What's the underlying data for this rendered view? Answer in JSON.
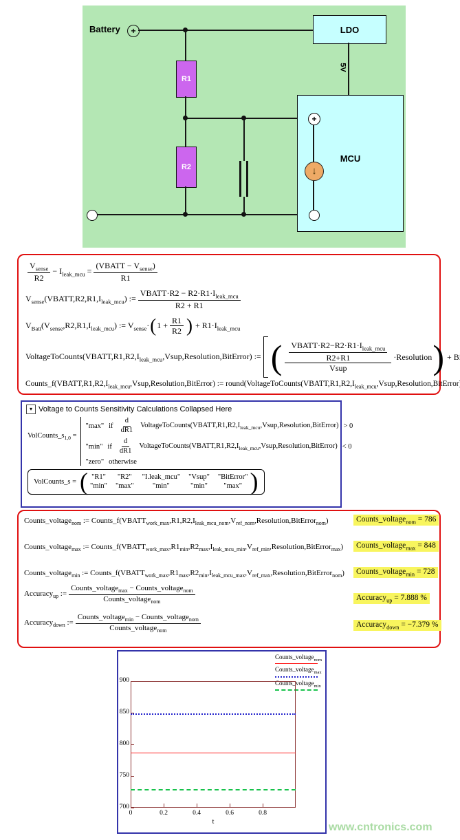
{
  "circuit": {
    "battery_label": "Battery",
    "terminal_plus": "+",
    "ldo_label": "LDO",
    "rail_label": "5V",
    "mcu_label": "MCU",
    "r1_label": "R1",
    "r2_label": "R2",
    "current_source_arrow": "↓",
    "colors": {
      "board_bg": "#b4e7b4",
      "resistor": "#cc66ee",
      "chip_bg": "#c6ffff",
      "current_source": "#eeaa66"
    }
  },
  "glyphs": {
    "lparen": "(",
    "rparen": ")"
  },
  "derivation": {
    "eq1": {
      "num1": "V_{sense}",
      "den1": "R2",
      "mid": "− I_{leak_mcu} =",
      "num2": "(VBATT − V_{sense})",
      "den2": "R1"
    },
    "eq2": {
      "lhs": "V_{sense}(VBATT,R2,R1,I_{leak_mcu}) :=",
      "num": "VBATT·R2 − R2·R1·I_{leak_mcu}",
      "den": "R2 + R1"
    },
    "eq3": {
      "lhs": "V_{Batt}(V_{sense},R2,R1,I_{leak_mcu}) := V_{sense}·",
      "pre": "1 +",
      "num": "R1",
      "den": "R2",
      "tail": "+ R1·I_{leak_mcu}"
    },
    "eq4": {
      "lhs": "VoltageToCounts(VBATT,R1,R2,I_{leak_mcu},Vsup,Resolution,BitError) :=",
      "nn": "VBATT·R2−R2·R1·I_{leak_mcu}",
      "nd": "R2+R1",
      "den": "Vsup",
      "mul": "·Resolution",
      "tail": "+ BitError"
    },
    "eq5": "Counts_f(VBATT,R1,R2,I_{leak_mcu},Vsup,Resolution,BitError) := round(VoltageToCounts(VBATT,R1,R2,I_{leak_mcu},Vsup,Resolution,BitError))"
  },
  "sensitivity": {
    "toggle_icon": "▾",
    "toggle_label": "Voltage to Counts Sensitivity Calculations Collapsed Here",
    "def_lhs": "VolCounts_s_{1,0} =",
    "rows": [
      {
        "val": "\"max\"",
        "kw": "if",
        "dnum": "d",
        "dden": "dR1",
        "expr": "VoltageToCounts(VBATT,R1,R2,I_{leak_mcu},Vsup,Resolution,BitError)",
        "cmp": "> 0"
      },
      {
        "val": "\"min\"",
        "kw": "if",
        "dnum": "d",
        "dden": "dR1",
        "expr": "VoltageToCounts(VBATT,R1,R2,I_{leak_mcu},Vsup,Resolution,BitError)",
        "cmp": "< 0"
      },
      {
        "val": "\"zero\"",
        "kw": "otherwise"
      }
    ],
    "matrix_lhs": "VolCounts_s =",
    "matrix": [
      [
        "\"R1\"",
        "\"R2\"",
        "\"I.leak_mcu\"",
        "\"Vsup\"",
        "\"BitError\""
      ],
      [
        "\"min\"",
        "\"max\"",
        "\"min\"",
        "\"min\"",
        "\"max\""
      ]
    ]
  },
  "results": {
    "line_nom": "Counts_voltage_{nom} := Counts_f(VBATT_{work_max},R1,R2,I_{leak_mcu_nom},V_{ref_nom},Resolution,BitError_{nom})",
    "line_max": "Counts_voltage_{max} := Counts_f(VBATT_{work_max},R1_{min},R2_{max},I_{leak_mcu_min},V_{ref_min},Resolution,BitError_{max})",
    "line_min": "Counts_voltage_{min} := Counts_f(VBATT_{work_max},R1_{max},R2_{min},I_{leak_mcu_max},V_{ref_max},Resolution,BitError_{nom})",
    "acc_up_lhs": "Accuracy_{up} :=",
    "acc_up_num": "Counts_voltage_{max} − Counts_voltage_{nom}",
    "acc_up_den": "Counts_voltage_{nom}",
    "acc_down_lhs": "Accuracy_{down} :=",
    "acc_down_num": "Counts_voltage_{min} − Counts_voltage_{nom}",
    "acc_down_den": "Counts_voltage_{nom}",
    "highlights": [
      "Counts_voltage_{nom} = 786",
      "Counts_voltage_{max} = 848",
      "Counts_voltage_{min} = 728",
      "Accuracy_{up} = 7.888 %",
      "Accuracy_{down} = −7.379 %"
    ]
  },
  "chart_data": {
    "type": "line",
    "title": "",
    "xlabel": "t",
    "x_range": [
      0,
      1
    ],
    "xticks": [
      0,
      0.2,
      0.4,
      0.6,
      0.8
    ],
    "ylim": [
      700,
      900
    ],
    "yticks": [
      700,
      750,
      800,
      850,
      900
    ],
    "grid": false,
    "legend_position": "top-right",
    "series": [
      {
        "name": "Counts_voltage_{nom}",
        "value": 786,
        "color": "#ff2020",
        "style": "solid"
      },
      {
        "name": "Counts_voltage_{max}",
        "value": 848,
        "color": "#2222cc",
        "style": "dotted"
      },
      {
        "name": "Counts_voltage_{min}",
        "value": 728,
        "color": "#16c24a",
        "style": "dashed"
      }
    ]
  },
  "watermark": "www.cntronics.com"
}
